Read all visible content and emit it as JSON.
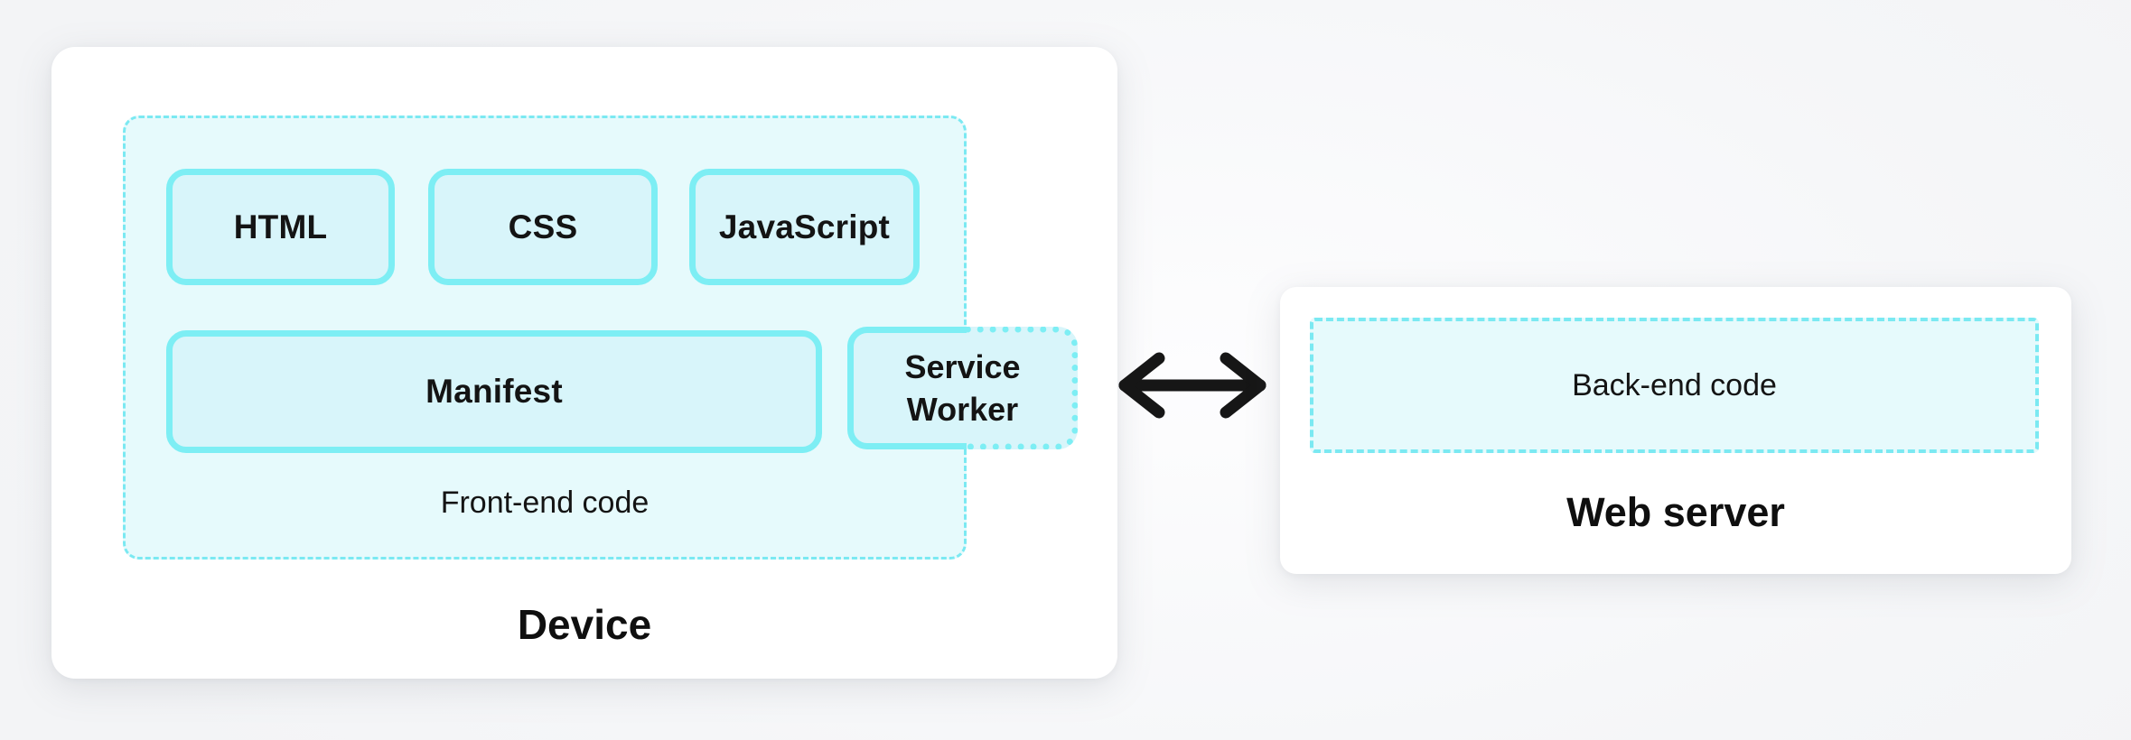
{
  "diagram": {
    "device": {
      "title": "Device",
      "frontend": {
        "label": "Front-end code",
        "boxes": [
          {
            "id": "html",
            "label": "HTML"
          },
          {
            "id": "css",
            "label": "CSS"
          },
          {
            "id": "javascript",
            "label": "JavaScript"
          },
          {
            "id": "manifest",
            "label": "Manifest"
          },
          {
            "id": "service-worker",
            "label": "Service Worker"
          }
        ]
      }
    },
    "connection": {
      "icon": "bidirectional-arrow",
      "color": "#161616"
    },
    "web_server": {
      "title": "Web server",
      "backend": {
        "label": "Back-end code"
      }
    },
    "colors": {
      "accent_border": "#7deef4",
      "dashed_border": "#7be9f2",
      "panel_fill": "#e6fafc",
      "box_fill": "#d8f5fa",
      "card_background": "#ffffff",
      "page_background": "#f6f7f8",
      "text": "#141414"
    }
  }
}
